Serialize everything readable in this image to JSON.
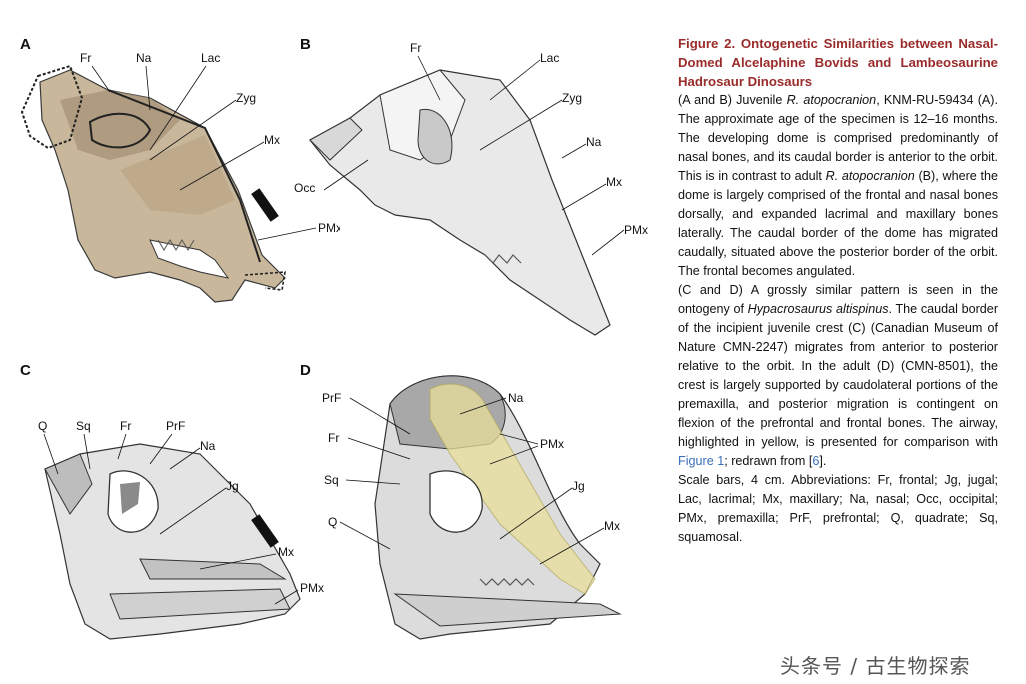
{
  "panels": {
    "A": {
      "letter": "A",
      "labels": {
        "fr": "Fr",
        "na": "Na",
        "lac": "Lac",
        "zyg": "Zyg",
        "mx": "Mx",
        "pmx": "PMx"
      }
    },
    "B": {
      "letter": "B",
      "labels": {
        "fr": "Fr",
        "lac": "Lac",
        "zyg": "Zyg",
        "na": "Na",
        "occ": "Occ",
        "mx": "Mx",
        "pmx": "PMx"
      }
    },
    "C": {
      "letter": "C",
      "labels": {
        "q": "Q",
        "sq": "Sq",
        "fr": "Fr",
        "prf": "PrF",
        "na": "Na",
        "jg": "Jg",
        "mx": "Mx",
        "pmx": "PMx"
      }
    },
    "D": {
      "letter": "D",
      "labels": {
        "prf": "PrF",
        "na": "Na",
        "fr": "Fr",
        "pmx": "PMx",
        "sq": "Sq",
        "jg": "Jg",
        "q": "Q",
        "mx": "Mx"
      }
    }
  },
  "caption": {
    "title": "Figure 2. Ontogenetic Similarities between Nasal-Domed Alcelaphine Bovids and Lambeosaurine Hadrosaur Dinosaurs",
    "p1": {
      "a": "(A and B) Juvenile ",
      "species1": "R. atopocranion",
      "b": ", KNM-RU-59434 (A). The approximate age of the specimen is 12–16 months. The developing dome is comprised predominantly of nasal bones, and its caudal border is anterior to the orbit. This is in contrast to adult ",
      "species2": "R. atopocranion",
      "c": " (B), where the dome is largely comprised of the frontal and nasal bones dorsally, and expanded lacrimal and maxillary bones laterally. The caudal border of the dome has migrated caudally, situated above the posterior border of the orbit. The frontal becomes angulated."
    },
    "p2": {
      "a": "(C and D) A grossly similar pattern is seen in the ontogeny of ",
      "species": "Hypacrosaurus altispinus",
      "b": ". The caudal border of the incipient juvenile crest (C) (Canadian Museum of Nature CMN-2247) migrates from anterior to posterior relative to the orbit. In the adult (D) (CMN-8501), the crest is largely supported by caudolateral portions of the premaxilla, and posterior migration is contingent on flexion of the prefrontal and frontal bones. The airway, highlighted in yellow, is presented for comparison with ",
      "link1": "Figure 1",
      "c": "; redrawn from [",
      "link2": "6",
      "d": "]."
    },
    "p3": "Scale bars, 4 cm. Abbreviations: Fr, frontal; Jg, jugal; Lac, lacrimal; Mx, maxillary; Na, nasal; Occ, occipital; PMx, premaxilla; PrF, prefrontal; Q, quadrate; Sq, squamosal."
  },
  "watermark": "头条号 / 古生物探索",
  "colors": {
    "title": "#9a2b2b",
    "link": "#3a6fb5",
    "bone": "#c8b79a",
    "bone_light": "#e6e6e6",
    "airway": "#e8df9a"
  }
}
